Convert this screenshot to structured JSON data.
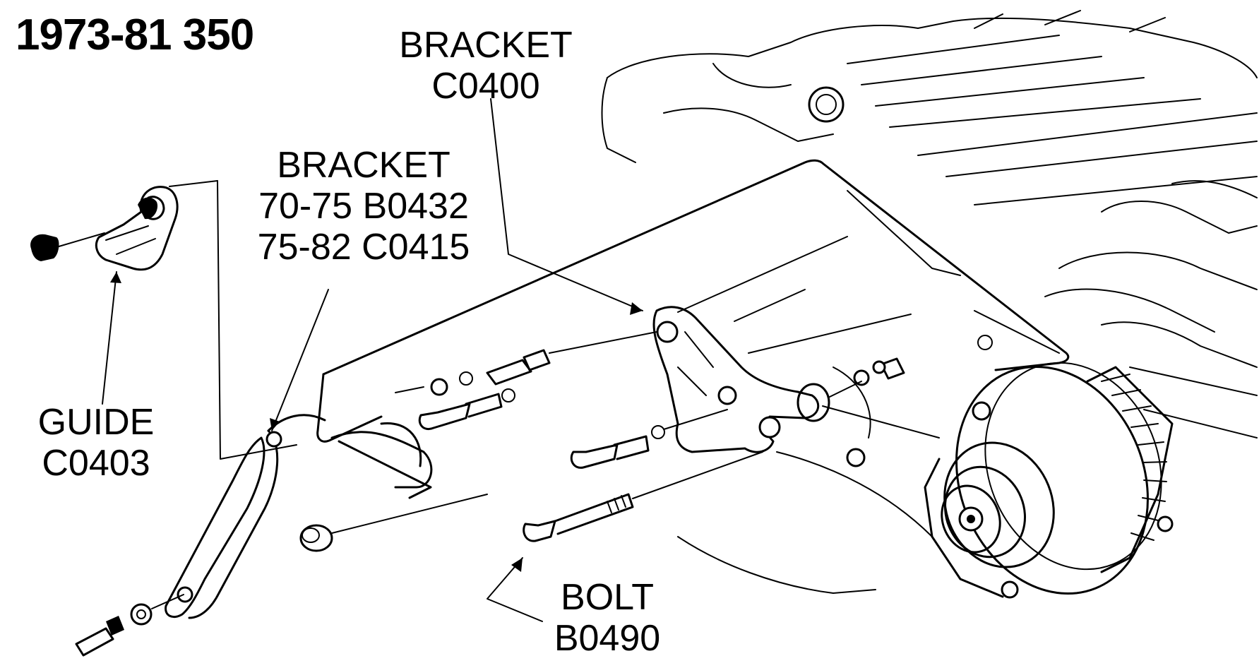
{
  "title": "1973-81  350",
  "labels": {
    "bracket_upper": {
      "name": "BRACKET",
      "part": "C0400"
    },
    "bracket_lower": {
      "name": "BRACKET",
      "line1": "70-75  B0432",
      "line2": "75-82 C0415"
    },
    "guide": {
      "name": "GUIDE",
      "part": "C0403"
    },
    "bolt": {
      "name": "BOLT",
      "part": "B0490"
    }
  }
}
